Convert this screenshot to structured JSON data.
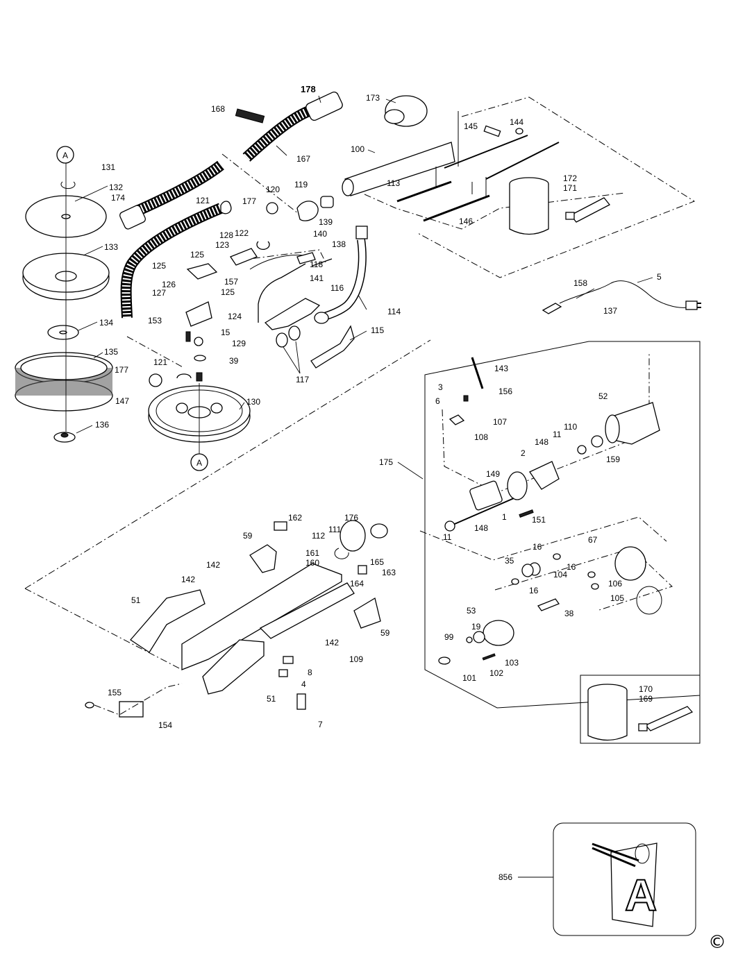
{
  "copyright_symbol": "©",
  "callouts": {
    "p178": "178",
    "p168": "168",
    "p173": "173",
    "p167": "167",
    "p100": "100",
    "p145": "145",
    "p144": "144",
    "p113": "113",
    "p172": "172",
    "p171": "171",
    "p146": "146",
    "p131": "131",
    "p132": "132",
    "p174": "174",
    "p133": "133",
    "p134": "134",
    "p135": "135",
    "p147": "147",
    "p136": "136",
    "p121a": "121",
    "p177a": "177",
    "p120": "120",
    "p119": "119",
    "p139": "139",
    "p140": "140",
    "p138": "138",
    "p128": "128",
    "p122": "122",
    "p123": "123",
    "p118": "118",
    "p125a": "125",
    "p125b": "125",
    "p125c": "125",
    "p126": "126",
    "p157": "157",
    "p127": "127",
    "p141": "141",
    "p116": "116",
    "p114": "114",
    "p153": "153",
    "p124": "124",
    "p15": "15",
    "p129": "129",
    "p39": "39",
    "p115": "115",
    "p117": "117",
    "p121b": "121",
    "p177b": "177",
    "p130": "130",
    "p158": "158",
    "p5": "5",
    "p137": "137",
    "p143": "143",
    "p156": "156",
    "p3": "3",
    "p6": "6",
    "p107": "107",
    "p108": "108",
    "p52": "52",
    "p110": "110",
    "p148a": "148",
    "p11a": "11",
    "p2": "2",
    "p159": "159",
    "p149": "149",
    "p175": "175",
    "p1": "1",
    "p151": "151",
    "p148b": "148",
    "p11b": "11",
    "p16a": "16",
    "p67": "67",
    "p35": "35",
    "p104": "104",
    "p16b": "16",
    "p16c": "16",
    "p106": "106",
    "p105": "105",
    "p53": "53",
    "p38": "38",
    "p19": "19",
    "p99": "99",
    "p103": "103",
    "p101": "101",
    "p102": "102",
    "p170": "170",
    "p169": "169",
    "p162": "162",
    "p176": "176",
    "p59a": "59",
    "p112": "112",
    "p111": "111",
    "p142a": "142",
    "p161": "161",
    "p160": "160",
    "p165": "165",
    "p163": "163",
    "p142b": "142",
    "p164": "164",
    "p51a": "51",
    "p59b": "59",
    "p142c": "142",
    "p109": "109",
    "p8": "8",
    "p4": "4",
    "p155": "155",
    "p154": "154",
    "p51b": "51",
    "p7": "7",
    "p856": "856"
  },
  "markers": {
    "top": "A",
    "bottom": "A",
    "tag_letter": "A"
  }
}
